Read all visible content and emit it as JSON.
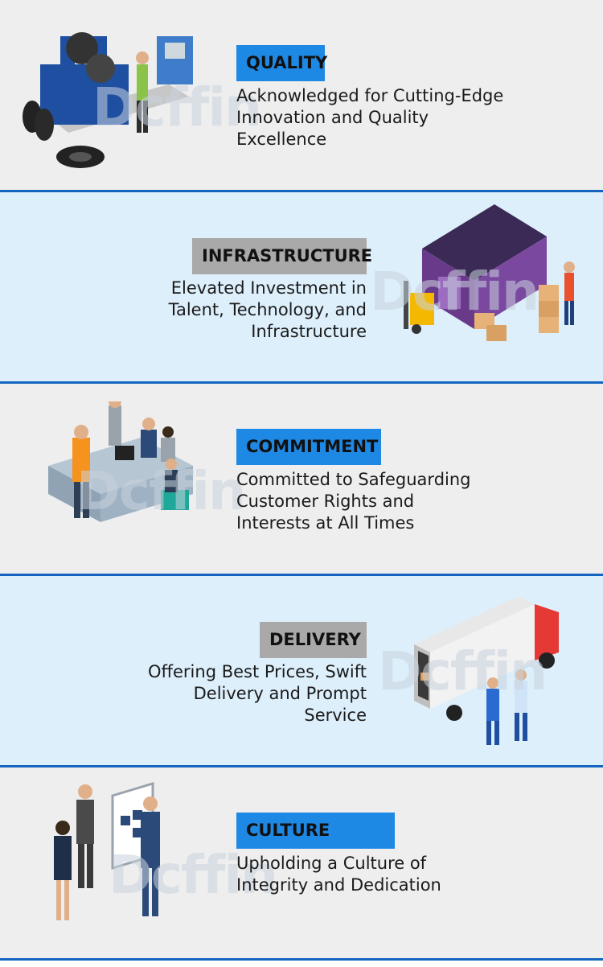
{
  "sections": [
    {
      "title": "QUALITY",
      "description": "Acknowledged for Cutting-Edge\nInnovation and Quality\nExcellence",
      "illustration": "tire-machine-worker-icon"
    },
    {
      "title": "INFRASTRUCTURE",
      "description": "Elevated Investment in\nTalent, Technology, and\nInfrastructure",
      "illustration": "warehouse-forklift-icon"
    },
    {
      "title": "COMMITMENT",
      "description": "Committed to Safeguarding\nCustomer Rights and\nInterests at All Times",
      "illustration": "team-meeting-icon"
    },
    {
      "title": "DELIVERY",
      "description": "Offering Best Prices, Swift\nDelivery and Prompt\nService",
      "illustration": "delivery-truck-icon"
    },
    {
      "title": "CULTURE",
      "description": "Upholding a Culture of\nIntegrity and Dedication",
      "illustration": "presentation-board-icon"
    }
  ],
  "watermark": "Dcffin",
  "colors": {
    "accent_blue": "#1e88e5",
    "tag_gray": "#a9a9a9",
    "border_blue": "#1565c0",
    "light_bg": "#eeeeee",
    "blue_bg": "#ddeffb"
  }
}
